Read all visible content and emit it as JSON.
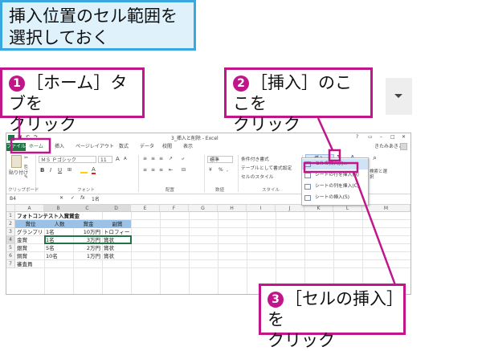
{
  "header": {
    "line1": "挿入位置のセル範囲を",
    "line2": "選択しておく"
  },
  "callouts": {
    "c1": {
      "num": "1",
      "line1": "［ホーム］タブを",
      "line2": "クリック"
    },
    "c2": {
      "num": "2",
      "line1": "［挿入］のここを",
      "line2": "クリック"
    },
    "c3": {
      "num": "3",
      "line1": "［セルの挿入］を",
      "line2": "クリック"
    }
  },
  "accent": "#c0168a",
  "excel": {
    "title": "3_挿入と削除 - Excel",
    "help": "?",
    "user": "きたみあきこ",
    "tabs": [
      "ファイル",
      "ホーム",
      "挿入",
      "ページレイアウト",
      "数式",
      "データ",
      "校閲",
      "表示"
    ],
    "ribbon": {
      "paste": "貼り付け",
      "font_name": "ＭＳ Ｐゴシック",
      "font_size": "11",
      "font_grow": "A",
      "font_shrink": "A",
      "bold": "B",
      "italic": "I",
      "underline": "U",
      "number_format": "標準",
      "percent": "%",
      "cond_format": "条件付き書式",
      "table_format": "テーブルとして書式設定",
      "cell_style": "セルのスタイル",
      "insert": "挿入",
      "sigma": "Σ",
      "find_select": "検索と選択",
      "group_labels": [
        "クリップボード",
        "フォント",
        "配置",
        "数値",
        "スタイル"
      ]
    },
    "namebox": "B4",
    "formula_value": "1名",
    "fx": "fx",
    "columns": [
      "A",
      "B",
      "C",
      "D",
      "E",
      "F",
      "G",
      "H",
      "I",
      "J",
      "K",
      "L",
      "M"
    ],
    "rows": [
      "1",
      "2",
      "3",
      "4",
      "5",
      "6",
      "7"
    ],
    "cells": {
      "a1": "フォトコンテスト入賞賞金",
      "a2": "賞位",
      "b2": "人数",
      "c2": "賞金",
      "d2": "副賞",
      "a3": "グランプリ",
      "b3": "1名",
      "c3": "10万円",
      "d3": "トロフィー",
      "a4": "金賞",
      "b4": "1名",
      "c4": "3万円",
      "d4": "賞状",
      "a5": "銀賞",
      "b5": "5名",
      "c5": "2万円",
      "d5": "賞状",
      "a6": "銅賞",
      "b6": "10名",
      "c6": "1万円",
      "d6": "賞状",
      "a7": "審査員"
    },
    "dropdown": [
      "セルの挿入(I)...",
      "シートの行を挿入(R)",
      "シートの列を挿入(C)",
      "シートの挿入(S)"
    ]
  }
}
